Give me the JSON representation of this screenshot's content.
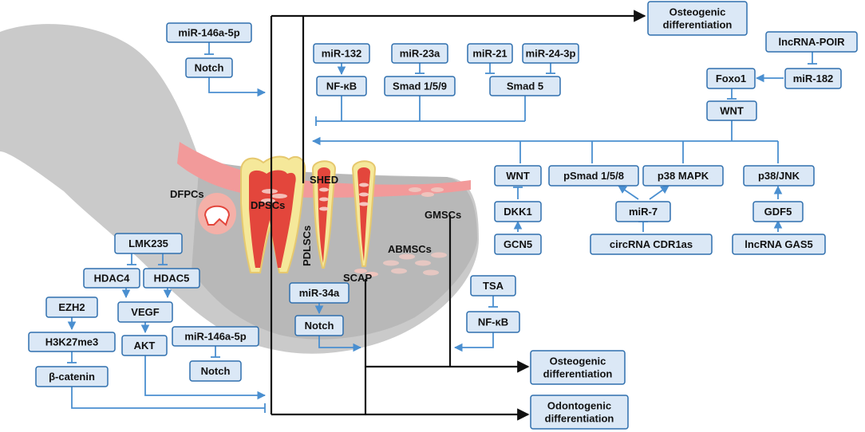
{
  "colors": {
    "box_fill": "#dbe8f6",
    "box_stroke": "#2f6fad",
    "line": "#4a8fd0",
    "jaw": "#c8c8c8",
    "gum": "#f29a9a",
    "tooth_red": "#e3463c",
    "tooth_yellow": "#f5e89a"
  },
  "nodes": {
    "mir146a_top": "miR-146a-5p",
    "notch_top": "Notch",
    "mir132": "miR-132",
    "nfkb_top": "NF-κB",
    "mir23a": "miR-23a",
    "smad159": "Smad 1/5/9",
    "mir21": "miR-21",
    "mir243p": "miR-24-3p",
    "smad5": "Smad 5",
    "osteo_top": "Osteogenic\ndifferentiation",
    "lncrna_poir": "lncRNA-POIR",
    "foxo1": "Foxo1",
    "mir182": "miR-182",
    "wnt_top": "WNT",
    "wnt_left": "WNT",
    "dkk1": "DKK1",
    "gcn5": "GCN5",
    "psmad158": "pSmad 1/5/8",
    "p38mapk": "p38 MAPK",
    "mir7": "miR-7",
    "circrna": "circRNA  CDR1as",
    "p38jnk": "p38/JNK",
    "gdf5": "GDF5",
    "lncrna_gas5": "lncRNA GAS5",
    "lmk235": "LMK235",
    "hdac4": "HDAC4",
    "hdac5": "HDAC5",
    "vegf": "VEGF",
    "akt": "AKT",
    "ezh2": "EZH2",
    "h3k27me3": "H3K27me3",
    "bcatenin": "β-catenin",
    "mir146a_bot": "miR-146a-5p",
    "notch_bot": "Notch",
    "mir34a": "miR-34a",
    "notch_mid": "Notch",
    "tsa": "TSA",
    "nfkb_bot": "NF-κB",
    "osteo_bot": "Osteogenic\ndifferentiation",
    "odonto_bot": "Odontogenic\ndifferentiation"
  },
  "labels": {
    "dfpcs": "DFPCs",
    "dpscs": "DPSCs",
    "shed": "SHED",
    "pdlscs": "PDLSCs",
    "gmscs": "GMSCs",
    "abmscs": "ABMSCs",
    "scap": "SCAP"
  }
}
